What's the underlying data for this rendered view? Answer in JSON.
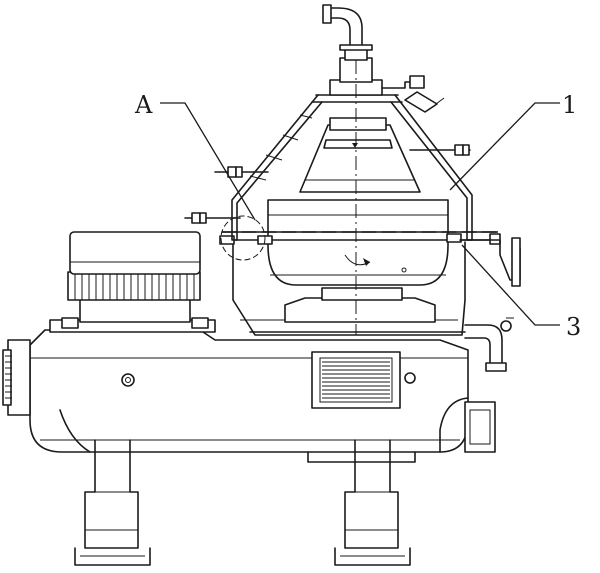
{
  "labels": {
    "detail_a": "A",
    "part_1": "1",
    "part_3": "3"
  }
}
